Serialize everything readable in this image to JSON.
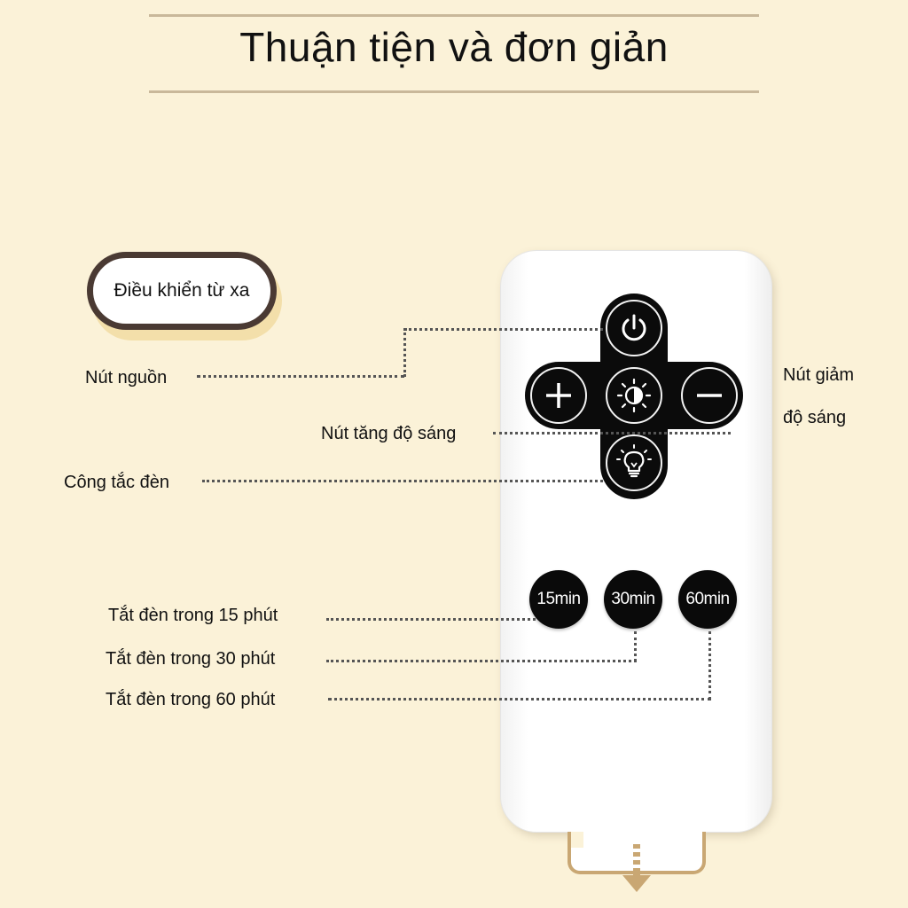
{
  "title": "Thuận tiện và đơn giản",
  "badge": "Điều khiển từ xa",
  "labels": {
    "power": "Nút nguồn",
    "decrease_line1": "Nút giảm",
    "decrease_line2": "độ sáng",
    "increase": "Nút tăng độ sáng",
    "light_switch": "Công tắc đèn",
    "off15": "Tắt đèn trong 15 phút",
    "off30": "Tắt đèn trong 30 phút",
    "off60": "Tắt đèn trong 60 phút"
  },
  "remote": {
    "timer_buttons": [
      "15min",
      "30min",
      "60min"
    ],
    "icons": {
      "power": "power-icon",
      "plus": "plus-icon",
      "brightness": "brightness-icon",
      "minus": "minus-icon",
      "bulb": "lightbulb-icon",
      "arrow": "arrow-down-icon"
    }
  },
  "colors": {
    "background": "#fbf2d8",
    "rule": "#c9b89a",
    "button": "#0b0b0b",
    "badge_border": "#4a3a33",
    "tab_border": "#c9a773"
  }
}
